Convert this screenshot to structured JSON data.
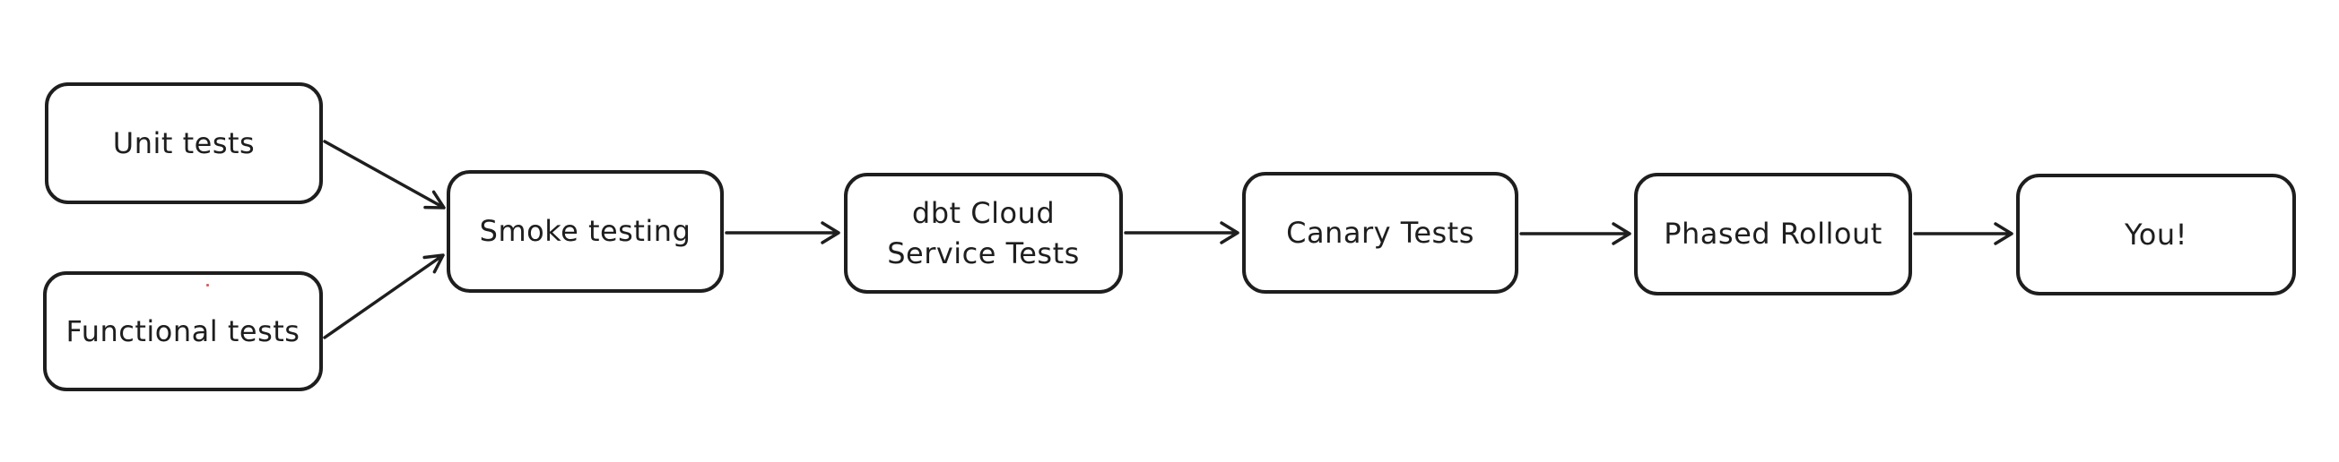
{
  "diagram": {
    "type": "flowchart",
    "background_color": "#ffffff",
    "stroke_color": "#1e1e1e",
    "node_fill_color": "#ffffff",
    "nodes": [
      {
        "id": "unit-tests",
        "label": "Unit tests"
      },
      {
        "id": "functional-tests",
        "label": "Functional tests"
      },
      {
        "id": "smoke-testing",
        "label": "Smoke testing"
      },
      {
        "id": "dbt-cloud-service-tests",
        "label": "dbt Cloud\nService Tests"
      },
      {
        "id": "canary-tests",
        "label": "Canary Tests"
      },
      {
        "id": "phased-rollout",
        "label": "Phased Rollout"
      },
      {
        "id": "you",
        "label": "You!"
      }
    ],
    "edges": [
      {
        "from": "unit-tests",
        "to": "smoke-testing"
      },
      {
        "from": "functional-tests",
        "to": "smoke-testing"
      },
      {
        "from": "smoke-testing",
        "to": "dbt-cloud-service-tests"
      },
      {
        "from": "dbt-cloud-service-tests",
        "to": "canary-tests"
      },
      {
        "from": "canary-tests",
        "to": "phased-rollout"
      },
      {
        "from": "phased-rollout",
        "to": "you"
      }
    ],
    "artifacts": {
      "stray_dot_color": "#d56262"
    }
  }
}
